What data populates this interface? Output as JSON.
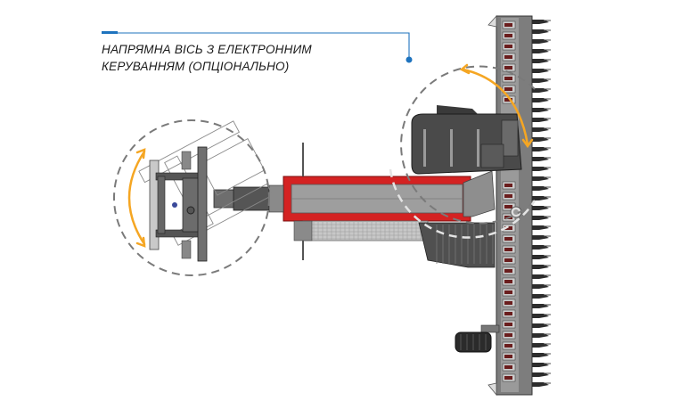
{
  "callout": {
    "line1": "НАПРЯМНА ВІСЬ З ЕЛЕКТРОННИМ",
    "line2": "КЕРУВАННЯМ (ОПЦІОНАЛЬНО)"
  },
  "colors": {
    "accent_blue": "#1e73be",
    "arrow_orange": "#f5a623",
    "frame_red": "#d32020",
    "steel_dark": "#5a5a5a",
    "steel_mid": "#8c8c8c",
    "steel_light": "#b4b4b4",
    "dash_gray": "#7a7a7a"
  },
  "icons": {
    "left_rotation": "curved-double-arrow",
    "right_rotation": "curved-double-arrow",
    "callout_marker": "dot"
  }
}
